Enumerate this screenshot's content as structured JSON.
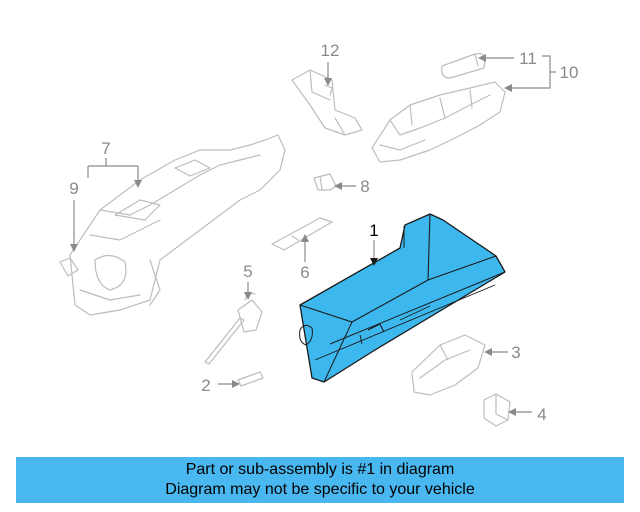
{
  "colors": {
    "highlight_fill": "#3db8ef",
    "banner_bg": "#4ab8f0",
    "ghost_stroke": "#bdbdbd",
    "callout_text": "#8a8a8a"
  },
  "callouts": {
    "c1": "1",
    "c2": "2",
    "c3": "3",
    "c4": "4",
    "c5": "5",
    "c6": "6",
    "c7": "7",
    "c8": "8",
    "c9": "9",
    "c10": "10",
    "c11": "11",
    "c12": "12"
  },
  "banner": {
    "line1": "Part or sub-assembly is #1 in diagram",
    "line2": "Diagram may not be specific to your vehicle"
  }
}
